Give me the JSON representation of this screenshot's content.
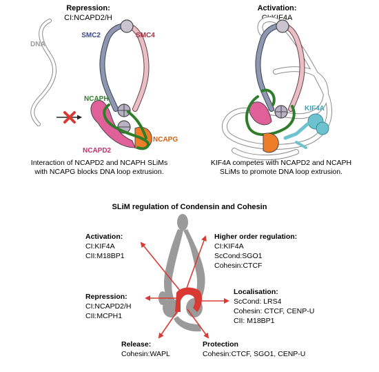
{
  "top_left": {
    "title": "Repression:",
    "subtitle": "CI:NCAPD2/H",
    "labels": {
      "dna": "DNA",
      "smc2": "SMC2",
      "smc4": "SMC4",
      "ncaph": "NCAPH",
      "ncapd2": "NCAPD2",
      "ncapg": "NCAPG"
    },
    "caption": [
      "Interaction of NCAPD2 and NCAPH SLiMs",
      "with NCAPG blocks DNA loop extrusion."
    ]
  },
  "top_right": {
    "title": "Activation:",
    "subtitle": "CI:KIF4A",
    "labels": {
      "kif4a": "KIF4A"
    },
    "caption": [
      "KIF4A competes with NCAPD2 and NCAPH",
      "SLiMs to promote DNA loop extrusion."
    ]
  },
  "bottom": {
    "title": "SLiM regulation of Condensin and Cohesin",
    "groups": {
      "activation": {
        "title": "Activation:",
        "lines": [
          "CI:KIF4A",
          "CII:M18BP1"
        ]
      },
      "higher": {
        "title": "Higher order regulation:",
        "lines": [
          "CI:KIF4A",
          "ScCond:SGO1",
          "Cohesin:CTCF"
        ]
      },
      "repression": {
        "title": "Repression:",
        "lines": [
          "CI:NCAPD2/H",
          "CII:MCPH1"
        ]
      },
      "localisation": {
        "title": "Localisation:",
        "lines": [
          "ScCond: LRS4",
          "Cohesin: CTCF, CENP-U",
          "CII: M18BP1"
        ]
      },
      "release": {
        "title": "Release:",
        "lines": [
          "Cohesin:WAPL"
        ]
      },
      "protection": {
        "title": "Protection",
        "lines": [
          "Cohesin:CTCF, SGO1, CENP-U"
        ]
      }
    }
  },
  "colors": {
    "smc2": "#8e96b0",
    "smc4": "#e7bfc4",
    "ncaph": "#2f7d2b",
    "ncapd2": "#e0609a",
    "ncapg": "#ee7d2a",
    "kif4a": "#6cc3cf",
    "arrow": "#d83a33",
    "cross": "#d83a33",
    "bottom_complex": "#9a9a9a"
  }
}
